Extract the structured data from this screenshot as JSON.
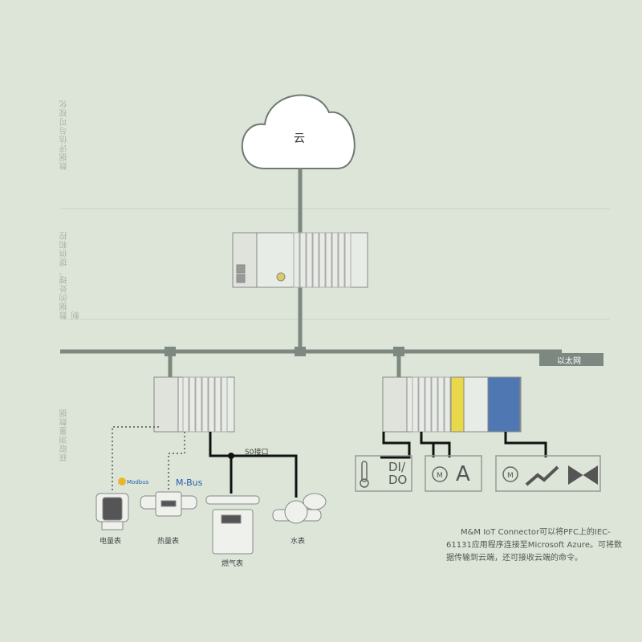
{
  "side_labels": [
    "数据评估与可视化",
    "数据的处理、提供和控制",
    "获取测量数据"
  ],
  "cloud": "云",
  "ethernet": "以太网",
  "s0": "S0接口",
  "protocols": {
    "modbus": "Modbus",
    "mbus": "M-Bus"
  },
  "meters": [
    "电量表",
    "热量表",
    "燃气表",
    "水表"
  ],
  "io": {
    "dido": "DI/\nDO",
    "dido1": "DI/",
    "dido2": "DO",
    "analog": "A"
  },
  "note": "M&M IoT Connector可以将PFC上的IEC-61131应用程序连接至Microsoft Azure。可将数据传输到云端，还可接收云端的命令。",
  "colors": {
    "line": "#7c8880",
    "bg": "#dce5d8"
  }
}
